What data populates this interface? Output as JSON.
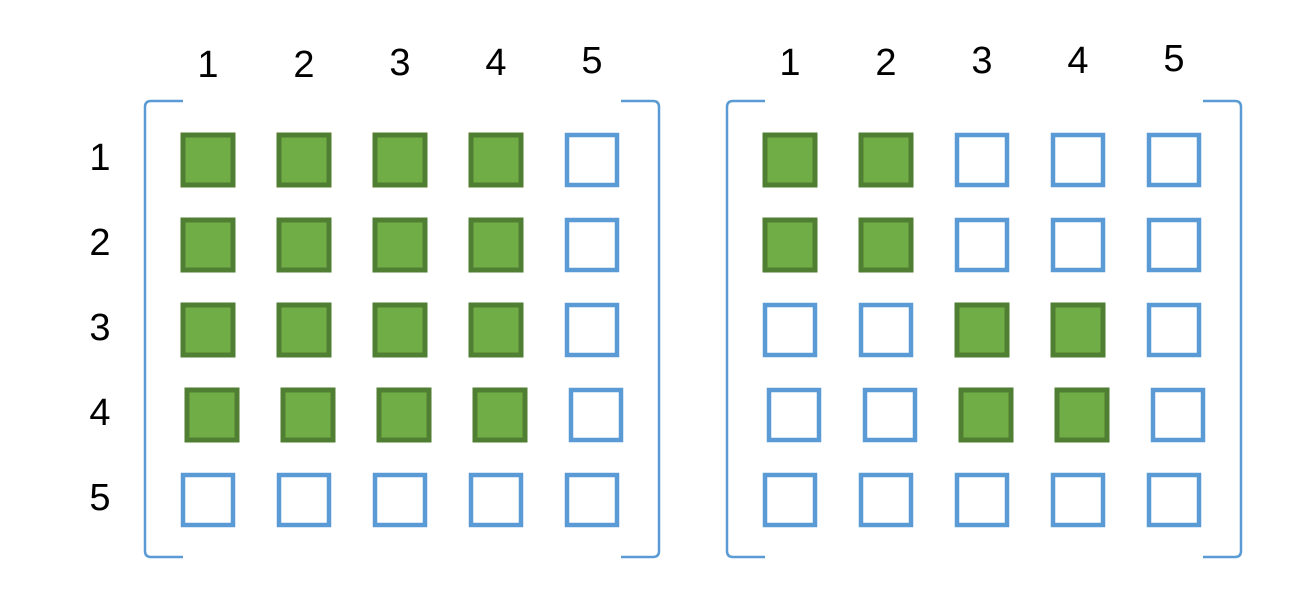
{
  "matrices": [
    {
      "column_labels": [
        "1",
        "2",
        "3",
        "4",
        "5"
      ],
      "row_labels": [
        "1",
        "2",
        "3",
        "4",
        "5"
      ],
      "cells": [
        [
          1,
          1,
          1,
          1,
          0
        ],
        [
          1,
          1,
          1,
          1,
          0
        ],
        [
          1,
          1,
          1,
          1,
          0
        ],
        [
          1,
          1,
          1,
          1,
          0
        ],
        [
          0,
          0,
          0,
          0,
          0
        ]
      ]
    },
    {
      "column_labels": [
        "1",
        "2",
        "3",
        "4",
        "5"
      ],
      "row_labels": [],
      "cells": [
        [
          1,
          1,
          0,
          0,
          0
        ],
        [
          1,
          1,
          0,
          0,
          0
        ],
        [
          0,
          0,
          1,
          1,
          0
        ],
        [
          0,
          0,
          1,
          1,
          0
        ],
        [
          0,
          0,
          0,
          0,
          0
        ]
      ]
    }
  ],
  "colors": {
    "filled_fill": "#70ad47",
    "filled_border": "#507e32",
    "empty_border": "#5b9bd5",
    "bracket": "#5b9bd5"
  }
}
